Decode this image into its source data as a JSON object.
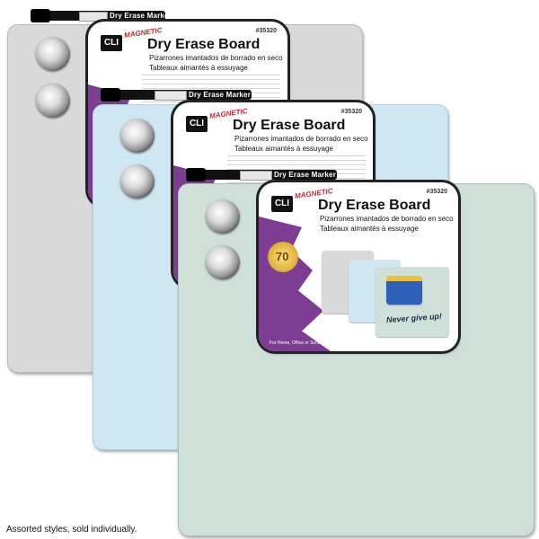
{
  "product": {
    "marker_label": "Dry Erase Marker",
    "brand_logo": "CLI",
    "magnetic_badge": "MAGNETIC",
    "title": "Dry Erase Board",
    "subtitle_es": "Pizarrones imantados de borrado en seco",
    "subtitle_fr": "Tableaux aimantés à essuyage",
    "sku": "#35320",
    "tagline": "For Home, Office or School",
    "seal_text": "70",
    "scribble": "Never give up!"
  },
  "footnote": "Assorted styles, sold individually.",
  "colors": {
    "gray_board": "#d9d9d9",
    "blue_board": "#cfe6f3",
    "green_board": "#cfe0d9",
    "card_purple": "#7d3d92"
  }
}
